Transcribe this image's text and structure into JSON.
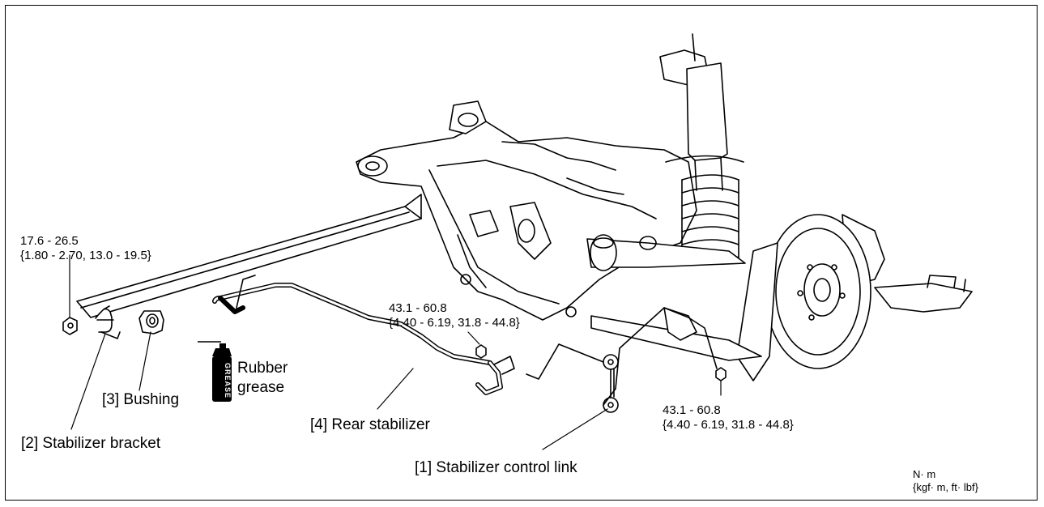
{
  "labels": {
    "torque_bracket": {
      "line1": "17.6 - 26.5",
      "line2": "{1.80 - 2.70, 13.0 - 19.5}"
    },
    "torque_link_upper": {
      "line1": "43.1 - 60.8",
      "line2": "{4.40 - 6.19, 31.8 - 44.8}"
    },
    "torque_link_lower": {
      "line1": "43.1 - 60.8",
      "line2": "{4.40 - 6.19, 31.8 - 44.8}"
    },
    "part_1": "[1] Stabilizer control link",
    "part_2": "[2] Stabilizer bracket",
    "part_3": "[3] Bushing",
    "part_4": "[4] Rear stabilizer",
    "grease": {
      "line1": "Rubber",
      "line2": "grease",
      "can_text": "GREASE"
    },
    "units": {
      "line1": "N· m",
      "line2": "{kgf· m, ft· lbf}"
    }
  },
  "icons": [
    "grease-can-icon"
  ]
}
